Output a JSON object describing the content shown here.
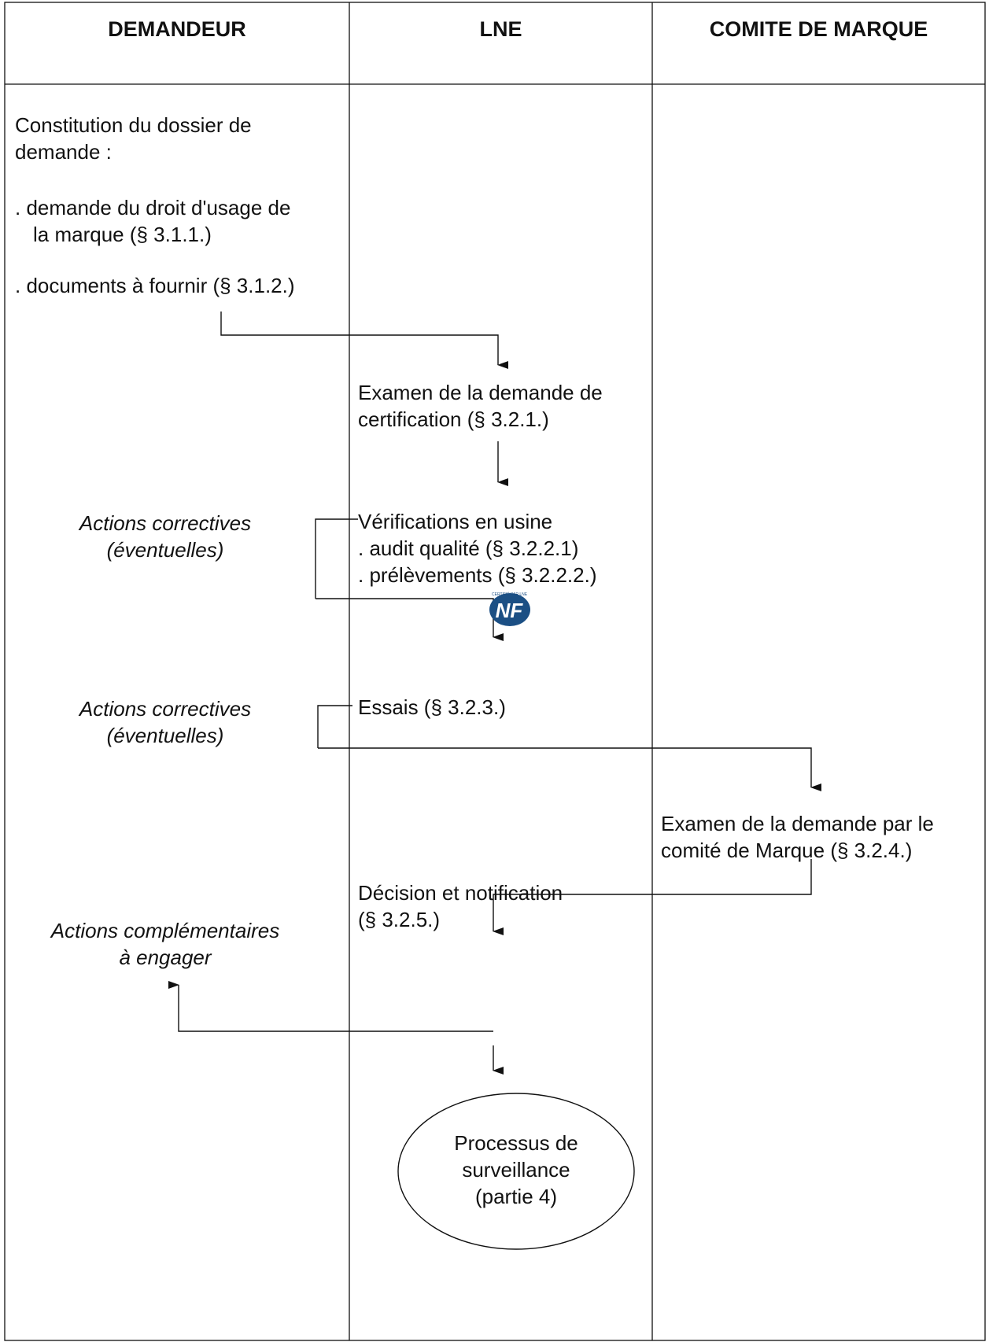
{
  "headers": {
    "demandeur": "DEMANDEUR",
    "lne": "LNE",
    "comite": "COMITE DE MARQUE"
  },
  "demandeur": {
    "constitution": [
      "Constitution du dossier de",
      "demande :"
    ],
    "demande_droit": [
      ". demande du droit d'usage de",
      "la marque (§ 3.1.1.)"
    ],
    "documents": ". documents à fournir (§ 3.1.2.)",
    "actions_correctives_1": [
      "Actions correctives",
      "(éventuelles)"
    ],
    "actions_correctives_2": [
      "Actions correctives",
      "(éventuelles)"
    ],
    "actions_complementaires": [
      "Actions complémentaires",
      "à engager"
    ]
  },
  "lne": {
    "examen": [
      "Examen de la demande de",
      "certification (§ 3.2.1.)"
    ],
    "verifications": [
      "Vérifications en usine",
      ". audit qualité (§ 3.2.2.1)",
      ". prélèvements (§ 3.2.2.2.)"
    ],
    "essais": "Essais (§ 3.2.3.)",
    "decision": [
      "Décision et notification",
      "(§ 3.2.5.)"
    ],
    "processus": [
      "Processus de",
      "surveillance",
      "(partie 4)"
    ]
  },
  "comite": {
    "examen_comite": [
      "Examen de la demande par le",
      "comité de Marque (§ 3.2.4.)"
    ]
  },
  "logo": {
    "text": "NF",
    "arc_text": "CERTIFIÉ PAR LNE",
    "color": "#1b4f84"
  }
}
